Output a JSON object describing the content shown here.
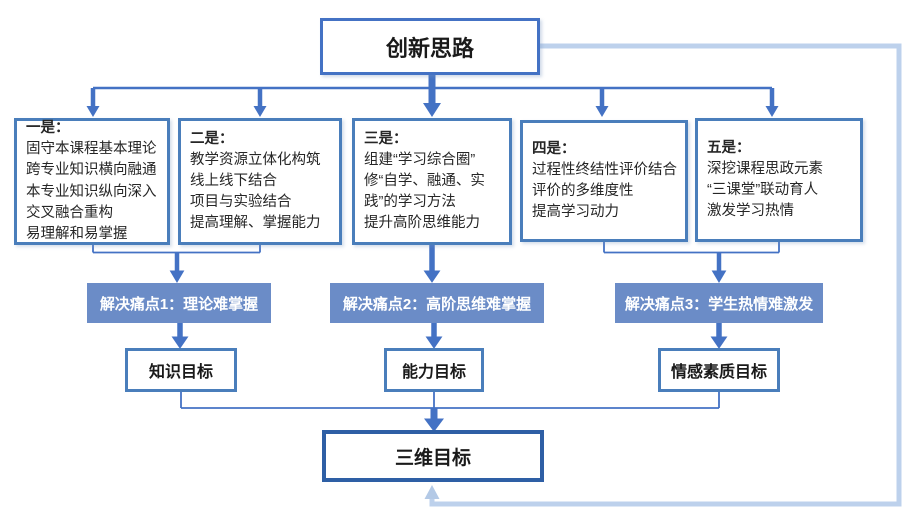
{
  "title_box": {
    "label": "创新思路"
  },
  "strategy_boxes": [
    {
      "title": "一是：",
      "lines": [
        "固守本课程基本理论",
        "跨专业知识横向融通",
        "本专业知识纵向深入",
        "交叉融合重构",
        "易理解和易掌握"
      ]
    },
    {
      "title": "二是：",
      "lines": [
        "教学资源立体化构筑",
        "线上线下结合",
        "项目与实验结合",
        "提高理解、掌握能力"
      ]
    },
    {
      "title": "三是：",
      "lines": [
        "组建“学习综合圈”",
        "修“自学、融通、实",
        "践”的学习方法",
        "提升高阶思维能力"
      ]
    },
    {
      "title": "四是：",
      "lines": [
        "过程性终结性评价结合",
        "评价的多维度性",
        "提高学习动力"
      ]
    },
    {
      "title": "五是：",
      "lines": [
        "深挖课程思政元素",
        "“三课堂”联动育人",
        "激发学习热情"
      ]
    }
  ],
  "pain_points": [
    {
      "label": "解决痛点1：理论难掌握"
    },
    {
      "label": "解决痛点2：高阶思维难掌握"
    },
    {
      "label": "解决痛点3：学生热情难激发"
    }
  ],
  "goals": [
    {
      "label": "知识目标"
    },
    {
      "label": "能力目标"
    },
    {
      "label": "情感素质目标"
    }
  ],
  "final_goal": {
    "label": "三维目标"
  },
  "colors": {
    "box_border": "#4a7ebb",
    "title_border": "#4472c4",
    "pain_fill": "#6b8cc7",
    "final_border": "#2e5fa5",
    "arrow": "#4472c4",
    "feedback_line": "#bdd1ec"
  }
}
